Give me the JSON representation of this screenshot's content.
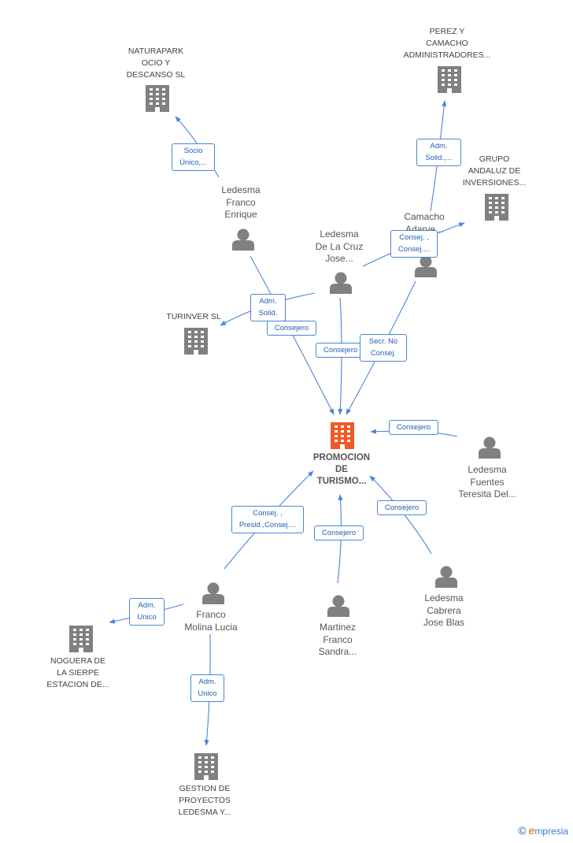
{
  "colors": {
    "edge": "#4a86d8",
    "node": "#808080",
    "main": "#f05a28"
  },
  "nodes": [
    {
      "id": "main",
      "kind": "main-company",
      "label": "PROMOCION\nDE\nTURISMO..."
    },
    {
      "id": "naturapark",
      "kind": "company",
      "label": "NATURAPARK\nOCIO Y\nDESCANSO SL"
    },
    {
      "id": "perez",
      "kind": "company",
      "label": "PEREZ Y\nCAMACHO\nADMINISTRADORES..."
    },
    {
      "id": "grupo",
      "kind": "company",
      "label": "GRUPO\nANDALUZ DE\nINVERSIONES..."
    },
    {
      "id": "turinver",
      "kind": "company",
      "label": "TURINVER SL"
    },
    {
      "id": "noguera",
      "kind": "company",
      "label": "NOGUERA DE\nLA SIERPE\nESTACION DE..."
    },
    {
      "id": "gestion",
      "kind": "company",
      "label": "GESTION DE\nPROYECTOS\nLEDESMA Y..."
    },
    {
      "id": "ledesma_enrique",
      "kind": "person",
      "label": "Ledesma\nFranco\nEnrique"
    },
    {
      "id": "ledesma_jose",
      "kind": "person",
      "label": "Ledesma\nDe La Cruz\nJose..."
    },
    {
      "id": "camacho",
      "kind": "person",
      "label": "Camacho\nAdarve..."
    },
    {
      "id": "teresita",
      "kind": "person",
      "label": "Ledesma\nFuentes\nTeresita Del..."
    },
    {
      "id": "franco_lucia",
      "kind": "person",
      "label": "Franco\nMolina Lucia"
    },
    {
      "id": "martinez",
      "kind": "person",
      "label": "Martinez\nFranco\nSandra..."
    },
    {
      "id": "jose_blas",
      "kind": "person",
      "label": "Ledesma\nCabrera\nJose Blas"
    }
  ],
  "edges": [
    {
      "id": "e1",
      "label": "Socio\nÚnico,...",
      "from": "ledesma_enrique",
      "to": "naturapark"
    },
    {
      "id": "e2",
      "label": "Adm.\nSolid.",
      "from": "ledesma_jose",
      "to": "turinver"
    },
    {
      "id": "e3",
      "label": "Consejero",
      "from": "ledesma_enrique",
      "to": "main"
    },
    {
      "id": "e4",
      "label": "Consejero",
      "from": "ledesma_jose",
      "to": "main"
    },
    {
      "id": "e5",
      "label": "Adm.\nSolid.,...",
      "from": "camacho",
      "to": "perez"
    },
    {
      "id": "e6",
      "label": "Consej. ,\nConsej....",
      "from": "ledesma_jose",
      "to": "grupo"
    },
    {
      "id": "e7",
      "label": "Secr.  No\nConsej.",
      "from": "camacho",
      "to": "main"
    },
    {
      "id": "e8",
      "label": "Consejero",
      "from": "teresita",
      "to": "main"
    },
    {
      "id": "e9",
      "label": "Consej. ,\nPresid.,Consej....",
      "from": "franco_lucia",
      "to": "main"
    },
    {
      "id": "e10",
      "label": "Consejero",
      "from": "martinez",
      "to": "main"
    },
    {
      "id": "e11",
      "label": "Consejero",
      "from": "jose_blas",
      "to": "main"
    },
    {
      "id": "e12",
      "label": "Adm.\nUnico",
      "from": "franco_lucia",
      "to": "noguera"
    },
    {
      "id": "e13",
      "label": "Adm.\nUnico",
      "from": "franco_lucia",
      "to": "gestion"
    }
  ],
  "footer": {
    "copyright": "©",
    "brand_initial": "e",
    "brand_rest": "mpresia"
  }
}
